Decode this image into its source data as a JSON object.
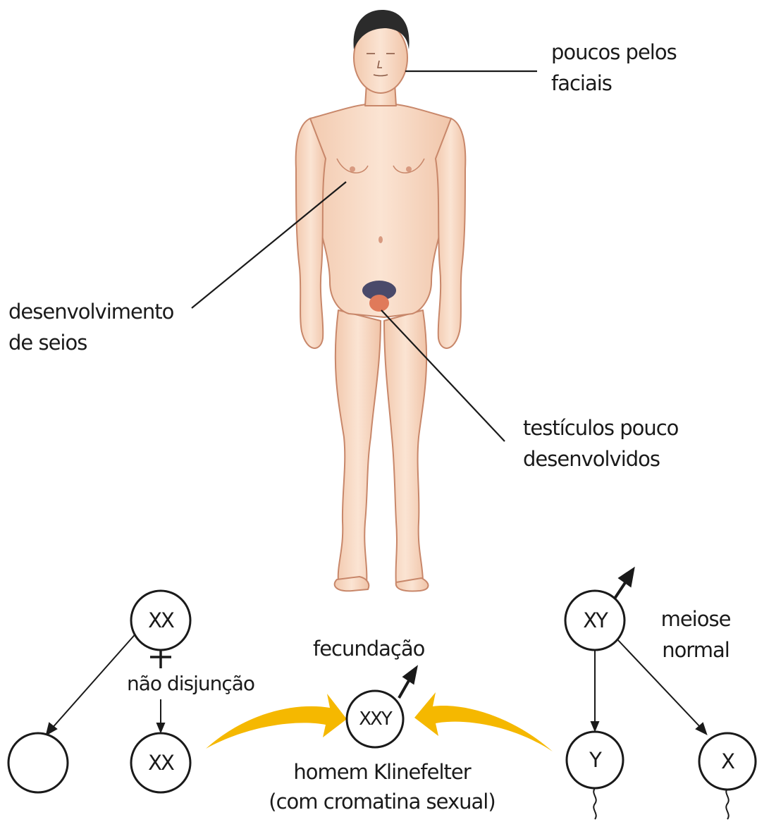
{
  "figure": {
    "annotations": {
      "facial_hair": [
        "poucos pelos",
        "faciais"
      ],
      "breasts": [
        "desenvolvimento",
        "de seios"
      ],
      "testes": [
        "testículos pouco",
        "desenvolvidos"
      ]
    },
    "female": {
      "symbol": "♀",
      "parent_cell": "XX",
      "process": "não disjunção",
      "gamete_left": "",
      "gamete_right": "XX"
    },
    "male": {
      "symbol": "♂",
      "parent_cell": "XY",
      "process": [
        "meiose",
        "normal"
      ],
      "gamete_left": "Y",
      "gamete_right": "X"
    },
    "zygote": {
      "top_label": "fecundação",
      "cell": "XXY",
      "caption": [
        "homem Klinefelter",
        "(com cromatina sexual)"
      ]
    },
    "colors": {
      "arrow": "#F5B800",
      "line": "#1a1a1a",
      "skin": "#F6D5BE",
      "skin_outline": "#C8876A",
      "hair": "#2B2B2B"
    }
  }
}
